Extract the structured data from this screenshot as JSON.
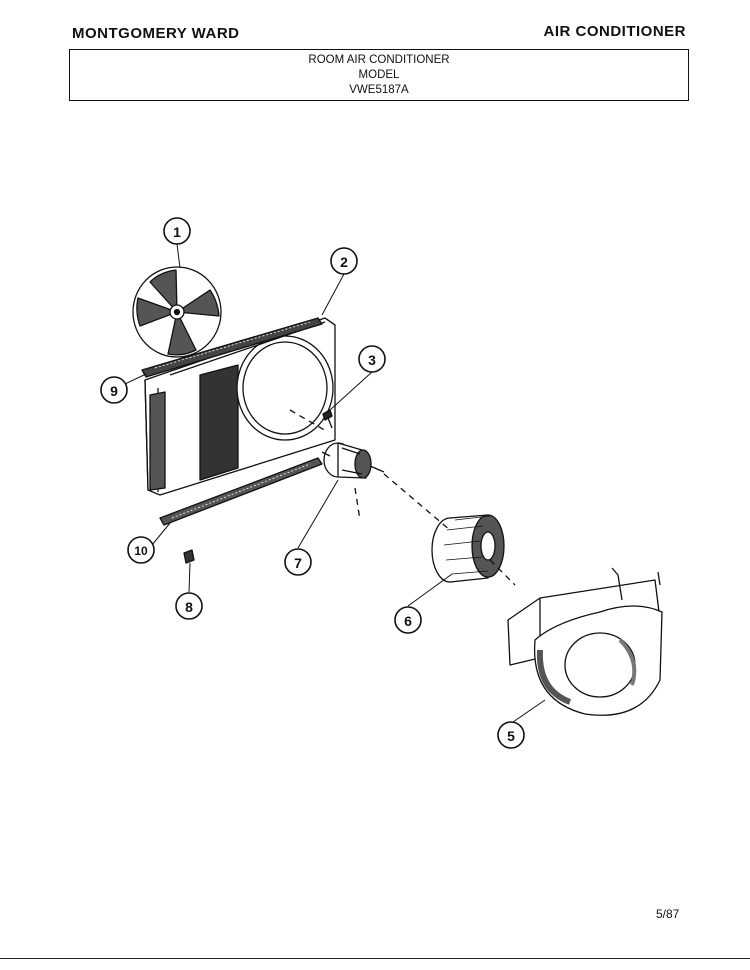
{
  "header": {
    "brand": "MONTGOMERY WARD",
    "category": "AIR CONDITIONER"
  },
  "title_box": {
    "line1": "ROOM AIR CONDITIONER",
    "line2": "MODEL",
    "line3": "VWE5187A"
  },
  "diagram": {
    "callouts": [
      "1",
      "2",
      "3",
      "5",
      "6",
      "7",
      "8",
      "9",
      "10"
    ]
  },
  "footer": {
    "date": "5/87"
  }
}
